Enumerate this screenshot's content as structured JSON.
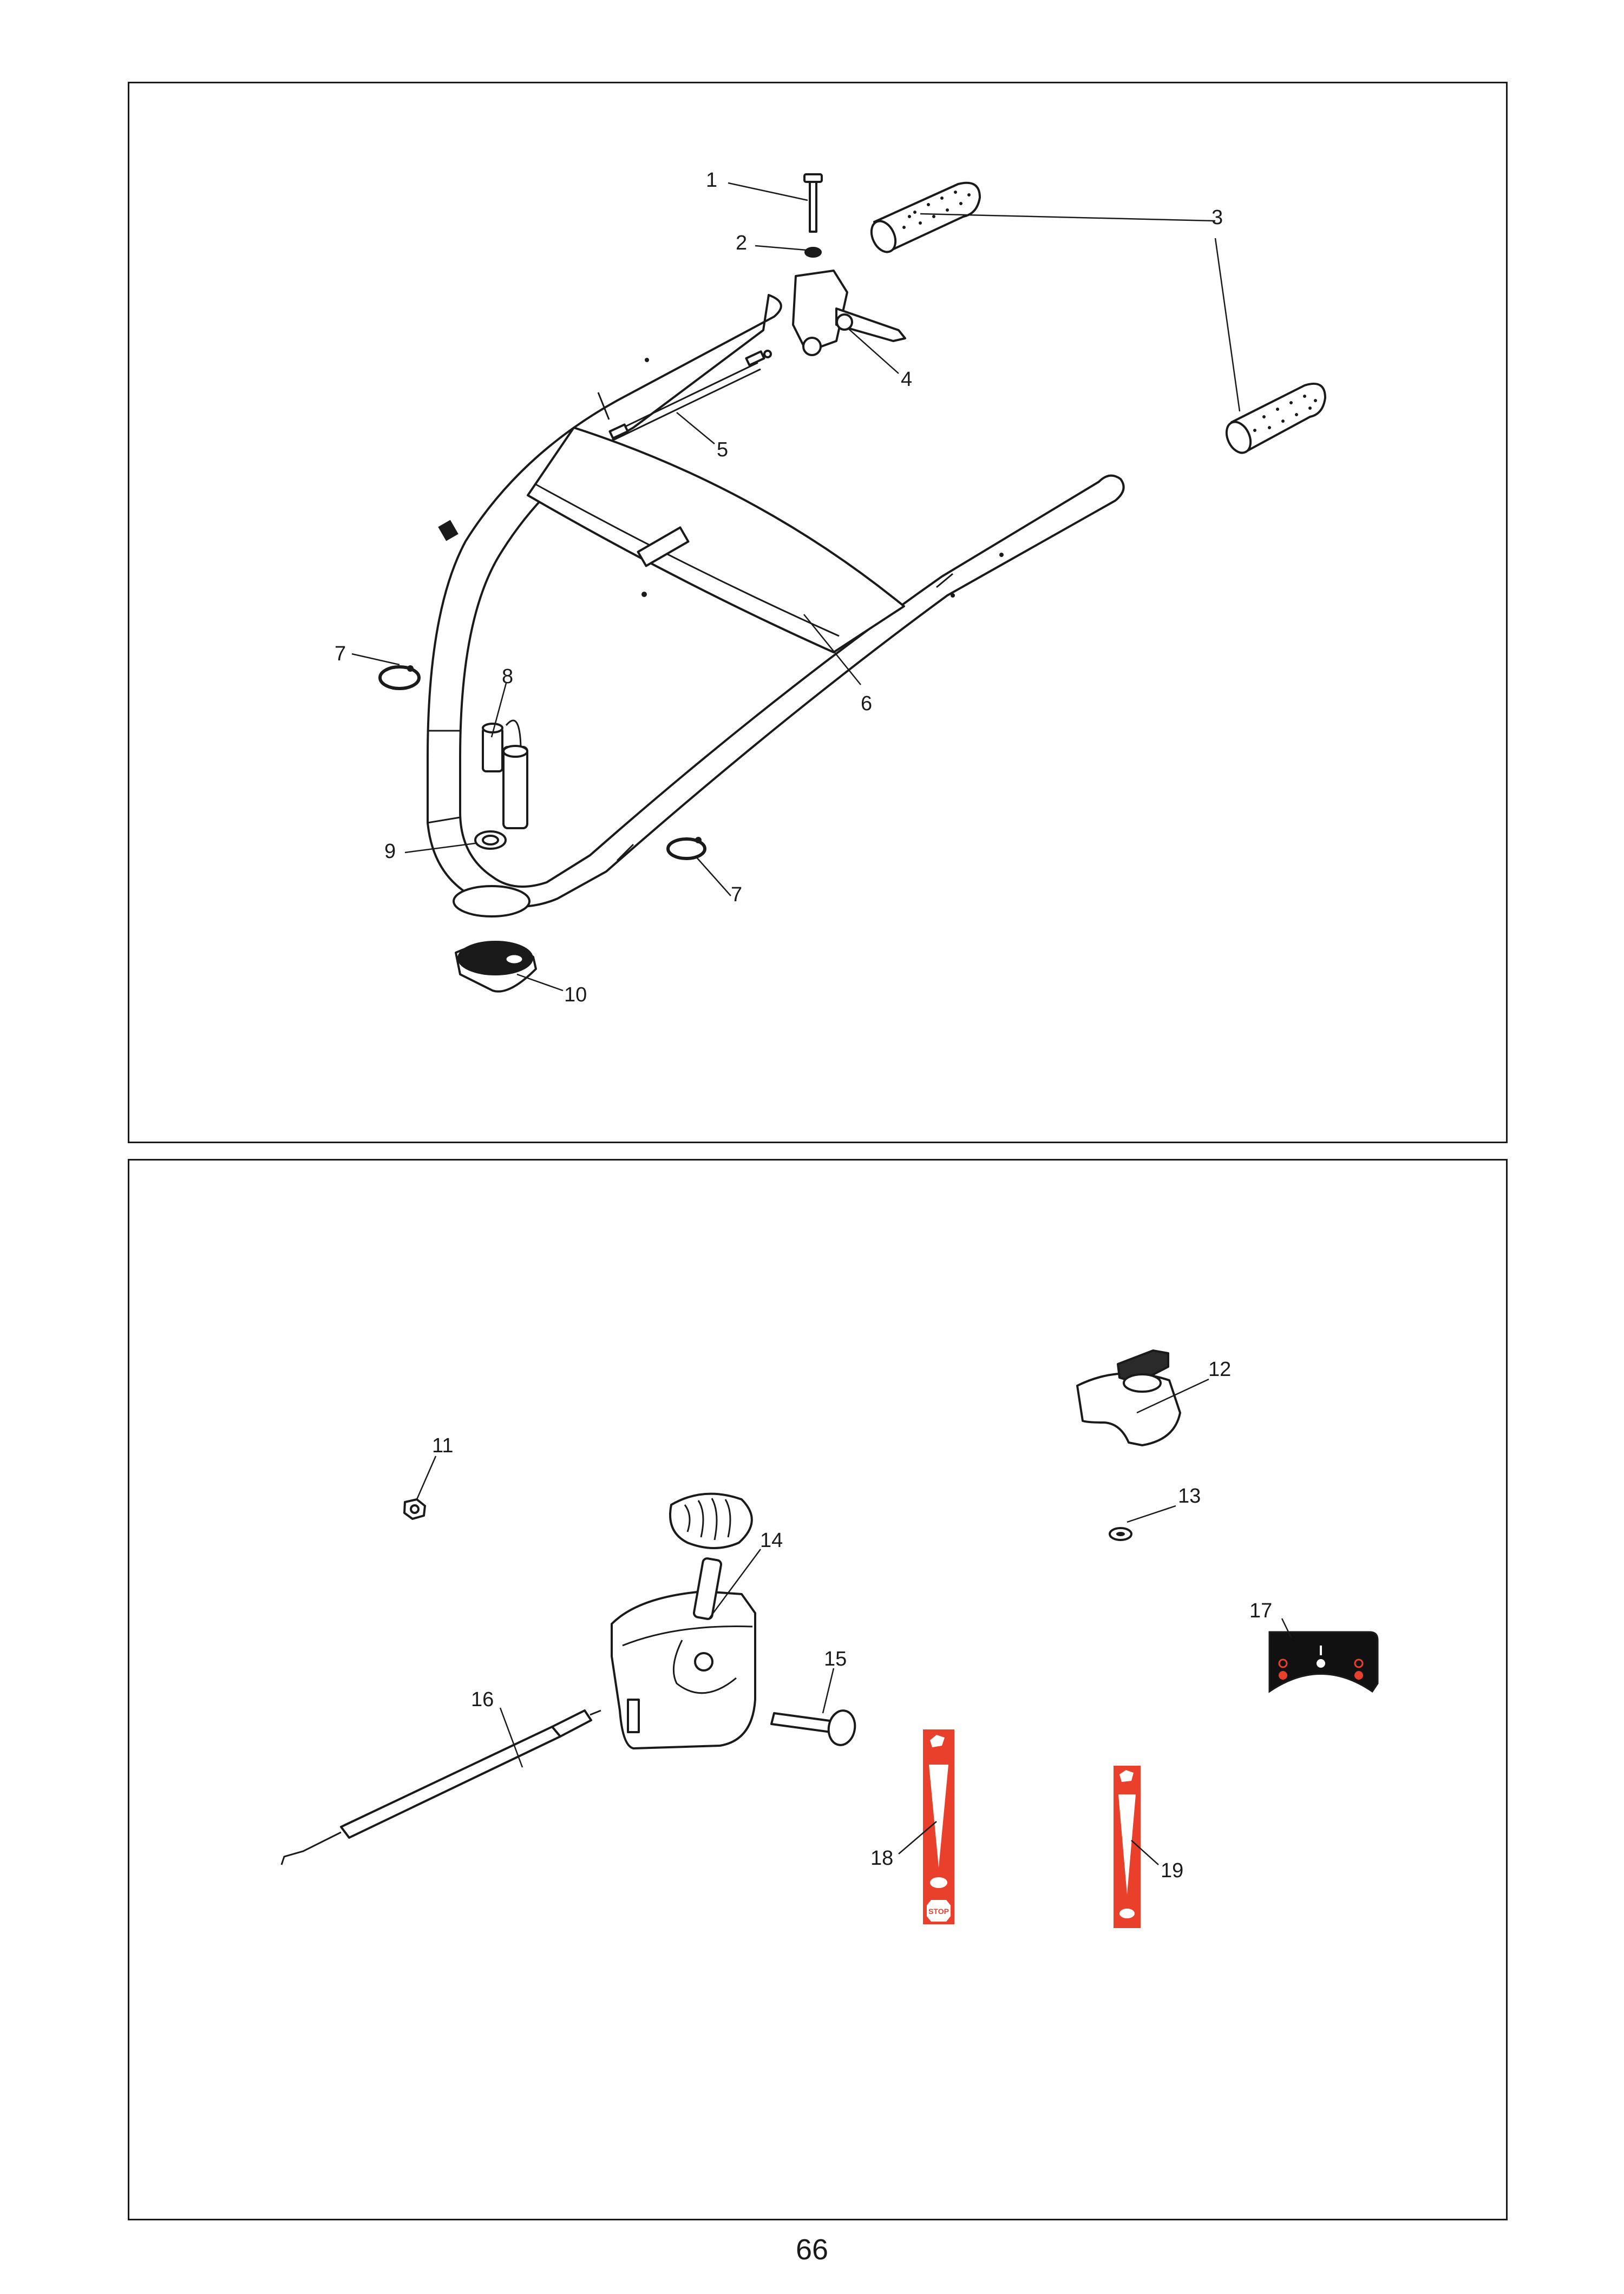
{
  "page_number": "66",
  "colors": {
    "line": "#1a1a1a",
    "decal_red": "#e8402a",
    "decal_black": "#111111"
  },
  "top_panel": {
    "callouts": [
      "1",
      "2",
      "3",
      "4",
      "5",
      "6",
      "7",
      "8",
      "9",
      "7",
      "10"
    ]
  },
  "bottom_panel": {
    "callouts": [
      "11",
      "12",
      "13",
      "14",
      "15",
      "16",
      "17",
      "18",
      "19"
    ],
    "decal_18_text": "STOP"
  }
}
